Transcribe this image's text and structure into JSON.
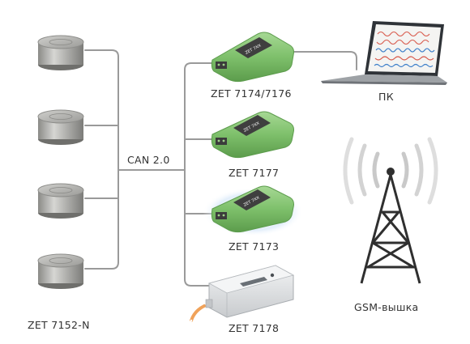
{
  "labels": {
    "sensor_group": "ZET 7152-N",
    "bus": "CAN 2.0",
    "dev1": "ZET 7174/7176",
    "dev2": "ZET 7177",
    "dev3": "ZET 7173",
    "dev4": "ZET 7178",
    "pc": "ПК",
    "tower": "GSM-вышка"
  },
  "device_screen_text": "ZET 7XX",
  "colors": {
    "line": "#9a9a9a",
    "module_green": "#7ec06b",
    "module_green_dark": "#5c9c4c",
    "module_green_light": "#a6d894",
    "sensor_metal": "#a9a9a6",
    "sensor_metal_dark": "#7f7f7c",
    "device_box": "#e4e6e8",
    "cable_orange": "#f0a25a",
    "laptop_body": "#9ea2a6",
    "wave_red": "#d85b4d",
    "wave_blue": "#3a7dc9",
    "tower_dark": "#2f2f2f",
    "signal_grey": "#c9c9c9"
  }
}
